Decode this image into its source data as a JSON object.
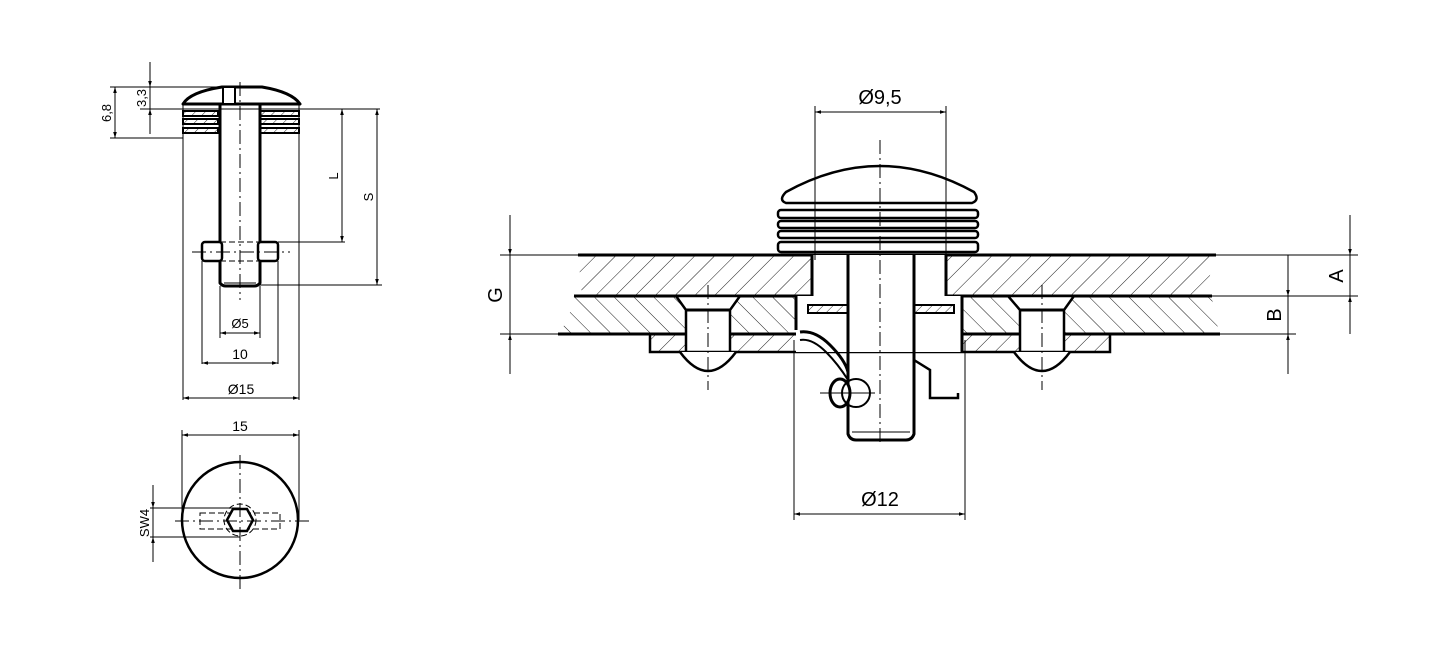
{
  "drawing": {
    "title": "Quick-release pin with spring mushroom head — technical drawing",
    "background": "#ffffff",
    "line_color": "#000000"
  },
  "side_view": {
    "dims": {
      "head_total_height": "6,8",
      "head_cap_height": "3,3",
      "length_L": "L",
      "length_S": "S",
      "pin_diameter": "Ø5",
      "cross_pin_width": "10",
      "head_diameter": "Ø15"
    }
  },
  "top_view": {
    "dims": {
      "head_width": "15",
      "hex_key": "SW4"
    }
  },
  "assembly_view": {
    "dims": {
      "cap_diameter": "Ø9,5",
      "bore_diameter": "Ø12",
      "grip_range": "G",
      "plate_A": "A",
      "plate_B": "B"
    }
  }
}
